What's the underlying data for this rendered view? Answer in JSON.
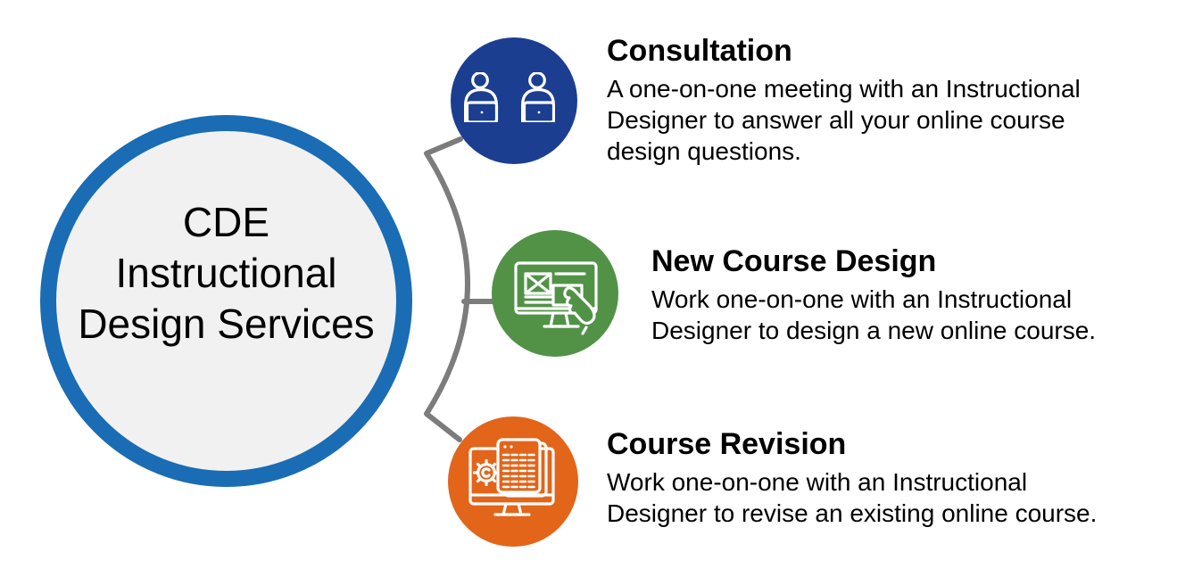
{
  "colors": {
    "hub_border": "#1A6CB4",
    "hub_fill": "#F1F1F1",
    "consultation_circle": "#1B3E91",
    "newcourse_circle": "#519247",
    "revision_circle": "#E2651A",
    "connector": "#7C7C7C",
    "icon_stroke": "#FFFFFF",
    "text": "#000000"
  },
  "hub": {
    "title": "CDE\nInstructional\nDesign Services"
  },
  "services": [
    {
      "id": "consultation",
      "title": "Consultation",
      "description": "A one-on-one meeting with an Instructional\nDesigner to answer all your online course\ndesign questions.",
      "icon": "two-people-at-laptops-icon",
      "circle_color": "#1B3E91"
    },
    {
      "id": "new-course-design",
      "title": "New Course Design",
      "description": "Work one-on-one with an Instructional\nDesigner to design a new online course.",
      "icon": "monitor-wireframe-hand-icon",
      "circle_color": "#519247"
    },
    {
      "id": "course-revision",
      "title": "Course Revision",
      "description": "Work one-on-one with an Instructional\nDesigner to revise an existing online course.",
      "icon": "monitor-gear-document-icon",
      "circle_color": "#E2651A"
    }
  ]
}
